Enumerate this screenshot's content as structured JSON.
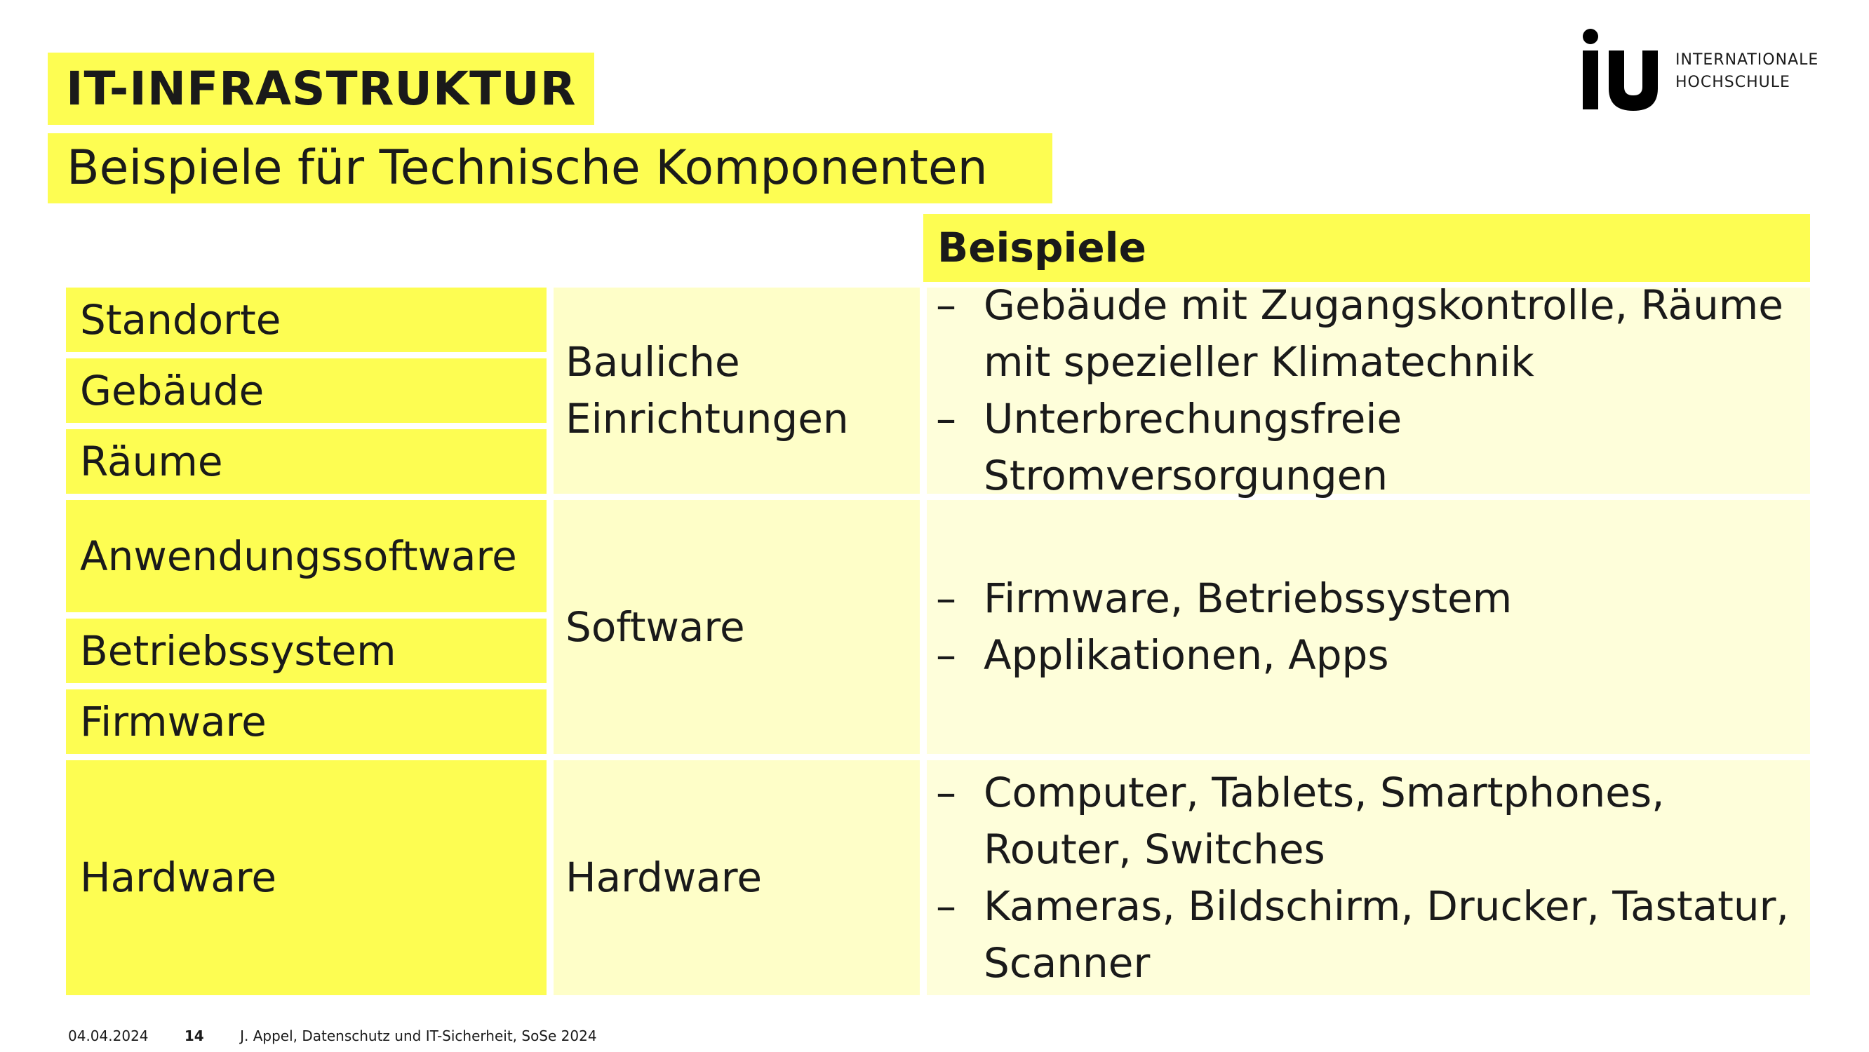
{
  "header": {
    "title": "IT-INFRASTRUKTUR",
    "subtitle": "Beispiele für Technische Komponenten"
  },
  "logo": {
    "mark": "iu",
    "line1": "INTERNATIONALE",
    "line2": "HOCHSCHULE"
  },
  "table": {
    "examples_header": "Beispiele",
    "col1": [
      "Standorte",
      "Gebäude",
      "Räume",
      "Anwendungssoftware",
      "Betriebssystem",
      "Firmware",
      "Hardware"
    ],
    "col2": [
      "Bauliche Einrichtungen",
      "Software",
      "Hardware"
    ],
    "examples": [
      [
        "Gebäude mit Zugangskontrolle, Räume mit spezieller Klimatechnik",
        "Unterbrechungsfreie Stromversorgungen"
      ],
      [
        "Firmware, Betriebssystem",
        "Applikationen, Apps"
      ],
      [
        "Computer, Tablets, Smartphones, Router, Switches",
        "Kameras, Bildschirm, Drucker, Tastatur, Scanner"
      ]
    ]
  },
  "footer": {
    "date": "04.04.2024",
    "page": "14",
    "text": "J. Appel, Datenschutz und IT-Sicherheit, SoSe 2024"
  }
}
